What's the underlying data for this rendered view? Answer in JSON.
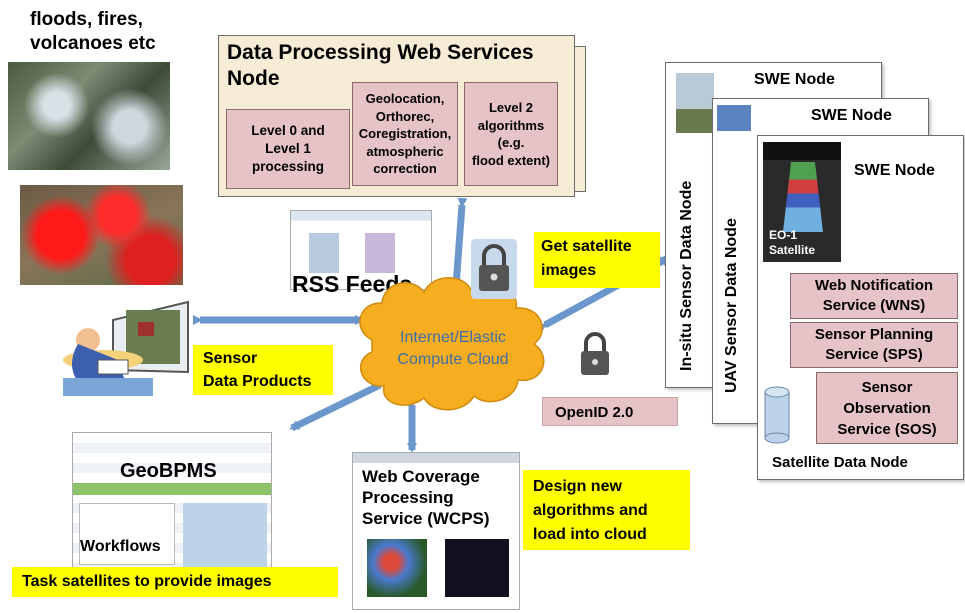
{
  "hazards_label": [
    "floods, fires,",
    "volcanoes etc"
  ],
  "dp_node": {
    "title": [
      "Data Processing Web Services",
      "Node"
    ],
    "boxes": [
      [
        "Level 0 and",
        "Level 1",
        "processing"
      ],
      [
        "Geolocation,",
        "Orthorec,",
        "Coregistration,",
        "atmospheric",
        "correction"
      ],
      [
        "Level 2",
        "algorithms",
        "(e.g.",
        "flood extent)"
      ]
    ]
  },
  "rss_label": "RSS Feeds",
  "cloud_label": [
    "Internet/Elastic",
    "Compute Cloud"
  ],
  "get_satellite": [
    "Get satellite",
    "images"
  ],
  "sensor_products": [
    "Sensor",
    "Data Products"
  ],
  "openid": "OpenID 2.0",
  "geobpms": "GeoBPMS",
  "workflows": "Workflows",
  "task_satellites": "Task satellites to provide images",
  "wcps": [
    "Web Coverage",
    "Processing",
    "Service (WCPS)"
  ],
  "design_new": [
    "Design new",
    "algorithms and",
    "load into cloud"
  ],
  "swe": {
    "node_title": "SWE Node",
    "insitu": "In-situ Sensor Data Node",
    "uav": "UAV Sensor Data Node",
    "eo1": [
      "EO-1",
      "Satellite"
    ],
    "services": [
      [
        "Web Notification",
        "Service (WNS)"
      ],
      [
        "Sensor Planning",
        "Service (SPS)"
      ],
      [
        "Sensor",
        "Observation",
        "Service (SOS)"
      ]
    ],
    "satellite_node": "Satellite Data Node"
  },
  "colors": {
    "arrow": "#6c97cc",
    "cloud": "#f6ad1f",
    "cloud_text": "#3f6ea8",
    "pink": "#e6c3c6",
    "cream": "#f7ecd6",
    "yellow": "#ffff00"
  }
}
